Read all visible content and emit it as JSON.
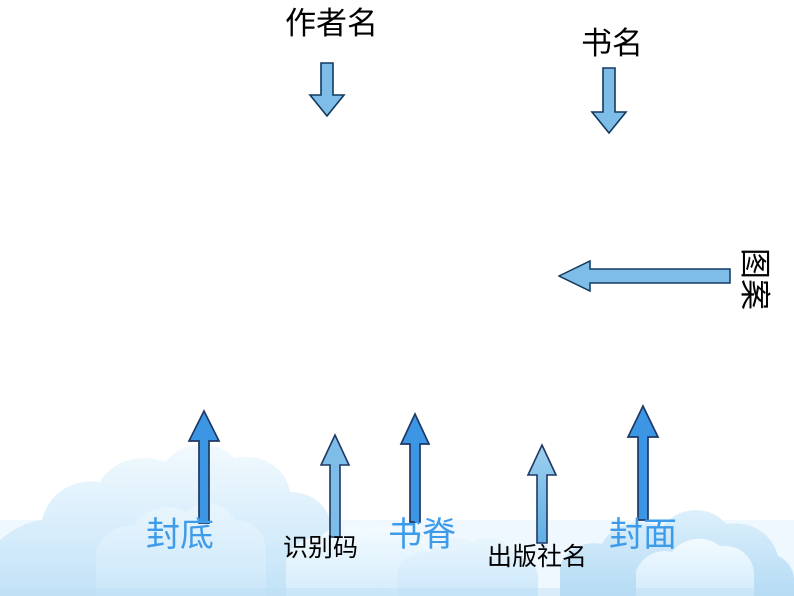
{
  "slide": {
    "title": "book-cover-anatomy-diagram",
    "background_color": "#ffffff",
    "cloud_color_light": "#eaf5fd",
    "cloud_color_mid": "#cfe8f9",
    "cloud_color_deep": "#bcdff6"
  },
  "palette": {
    "arrow_pale_blue": "#7EBDE8",
    "arrow_bright_blue": "#3C96E4",
    "arrow_outline_dark": "#123A5E",
    "arrow_outline_navy": "#1F3864",
    "text_black": "#000000",
    "text_blue": "#3E9BE9"
  },
  "callouts": [
    {
      "id": "author-name",
      "label": "作者名",
      "label_color": "black",
      "label_size": "md",
      "arrow_direction": "down",
      "arrow_style": "pale"
    },
    {
      "id": "book-title",
      "label": "书名",
      "label_color": "black",
      "label_size": "md",
      "arrow_direction": "down",
      "arrow_style": "pale"
    },
    {
      "id": "illustration",
      "label": "图案",
      "label_color": "black",
      "label_size": "md",
      "arrow_direction": "left",
      "arrow_style": "pale"
    },
    {
      "id": "back-cover",
      "label": "封底",
      "label_color": "blue",
      "label_size": "lg",
      "arrow_direction": "up",
      "arrow_style": "bright"
    },
    {
      "id": "identifier-code",
      "label": "识别码",
      "label_color": "black",
      "label_size": "sm",
      "arrow_direction": "up",
      "arrow_style": "pale"
    },
    {
      "id": "book-spine",
      "label": "书脊",
      "label_color": "blue",
      "label_size": "lg",
      "arrow_direction": "up",
      "arrow_style": "bright"
    },
    {
      "id": "publisher-name",
      "label": "出版社名",
      "label_color": "black",
      "label_size": "sm",
      "arrow_direction": "up",
      "arrow_style": "gradient"
    },
    {
      "id": "front-cover",
      "label": "封面",
      "label_color": "blue",
      "label_size": "lg",
      "arrow_direction": "up",
      "arrow_style": "bright"
    }
  ]
}
